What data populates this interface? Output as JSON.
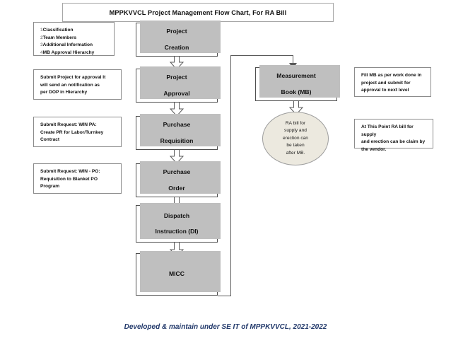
{
  "document": {
    "title": "MPPKVVCL Project Management Flow Chart, For RA Bill",
    "footer": "Developed & maintain under SE IT of MPPKVVCL, 2021-2022"
  },
  "colors": {
    "box_border": "#4f4f4f",
    "box_shadow": "#bfbfbf",
    "note_border": "#8c8c8c",
    "oval_fill": "#ece9df",
    "footer_text": "#21386a",
    "number_gray": "#8a8a8a",
    "connector": "#5a5a5a"
  },
  "left_notes": [
    {
      "id": "classification-note",
      "lines": [
        {
          "num": "1",
          "text": "Classification"
        },
        {
          "num": "2",
          "text": "Team Members"
        },
        {
          "num": "3",
          "text": "Additional Information"
        },
        {
          "num": "4",
          "text": "MB Approval Hierarchy"
        }
      ]
    },
    {
      "id": "project-approval-note",
      "text": "Submit Project for approval It\nwill send an notification as\nper DOP in Hierarchy"
    },
    {
      "id": "purchase-requisition-note",
      "text": "Submit Request: WIN PA:\nCreate PR for Labor/Turnkey\nContract"
    },
    {
      "id": "purchase-order-note",
      "text": "Submit Request: WIN - PO:\nRequisition to Blanket PO\nProgram"
    }
  ],
  "right_notes": [
    {
      "id": "fill-mb-note",
      "text": "Fill MB as per work done in\nproject and submit for\napproval to next level"
    },
    {
      "id": "ra-bill-claim-note",
      "text": "At This Point RA bill for supply\nand erection can be claim by\nthe vendor."
    }
  ],
  "flow": {
    "main_steps": [
      {
        "id": "project-creation",
        "line1": "Project",
        "line2": "Creation"
      },
      {
        "id": "project-approval",
        "line1": "Project",
        "line2": "Approval"
      },
      {
        "id": "purchase-requisition",
        "line1": "Purchase",
        "line2": "Requisition"
      },
      {
        "id": "purchase-order",
        "line1": "Purchase",
        "line2": "Order"
      },
      {
        "id": "dispatch-instruction",
        "line1": "Dispatch",
        "line2": "Instruction (DI)"
      },
      {
        "id": "micc",
        "line1": "MICC",
        "line2": ""
      }
    ],
    "branch_steps": [
      {
        "id": "measurement-book",
        "line1": "Measurement",
        "line2": "Book (MB)"
      }
    ],
    "callout": {
      "id": "ra-bill-oval",
      "text": "RA bill for\nsupply and\nerection can\nbe taken\nafter MB."
    }
  }
}
